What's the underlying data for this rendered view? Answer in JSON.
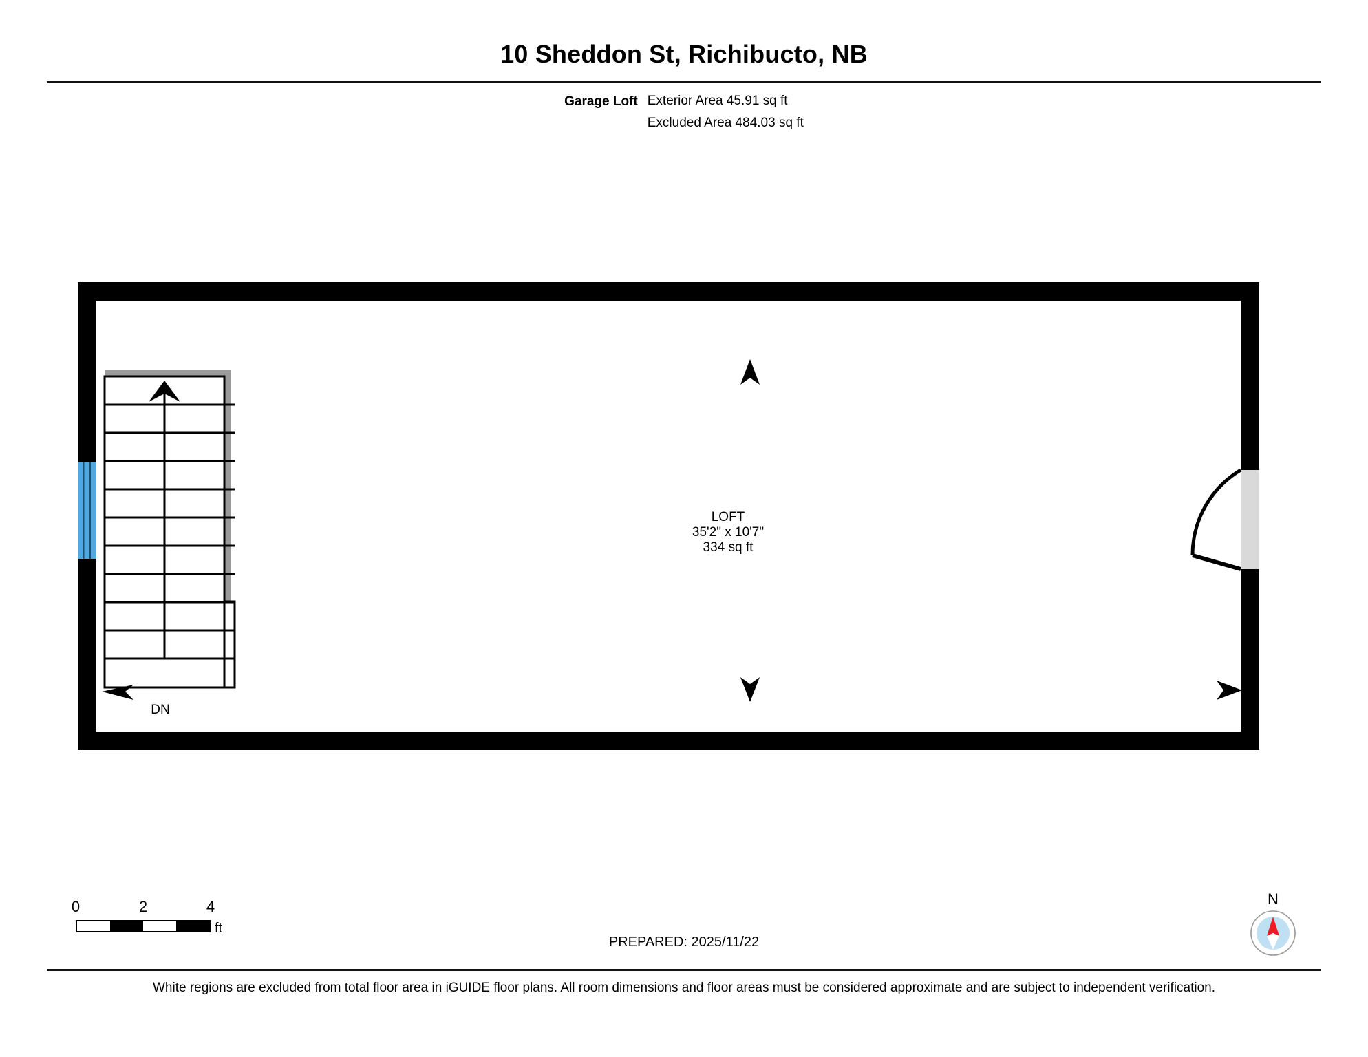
{
  "header": {
    "title": "10 Sheddon St, Richibucto, NB",
    "level_name": "Garage Loft",
    "exterior_area": "Exterior Area 45.91 sq ft",
    "excluded_area": "Excluded Area 484.03 sq ft"
  },
  "plan": {
    "rooms": [
      {
        "name": "LOFT",
        "dimensions": "35'2\" x 10'7\"",
        "area": "334 sq ft"
      }
    ],
    "stairs": {
      "direction_label": "DN",
      "tread_count": 11,
      "up_arrow": "stair-up-arrow"
    },
    "window": {
      "name": "window-left-wall",
      "color": "#4fa9e0"
    },
    "door": {
      "name": "door-right-wall",
      "color": "#d9d9d9"
    },
    "dimension_markers": [
      "arrow-up",
      "arrow-down",
      "arrow-left",
      "arrow-right"
    ],
    "colors": {
      "wall": "#000000",
      "interior": "#ffffff",
      "railing": "#9a9a9a",
      "window_blue": "#4fa9e0",
      "door_gray": "#d9d9d9"
    }
  },
  "footer": {
    "scale": {
      "ticks": [
        "0",
        "2",
        "4"
      ],
      "unit": "ft"
    },
    "prepared": "PREPARED: 2025/11/22",
    "compass_label": "N",
    "compass_colors": {
      "needle_north": "#ee1c25",
      "dial": "#bfe0f2",
      "ring": "#9a9a9a"
    },
    "disclaimer": "White regions are excluded from total floor area in iGUIDE floor plans. All room dimensions and floor areas must be considered approximate and are subject to independent verification."
  }
}
